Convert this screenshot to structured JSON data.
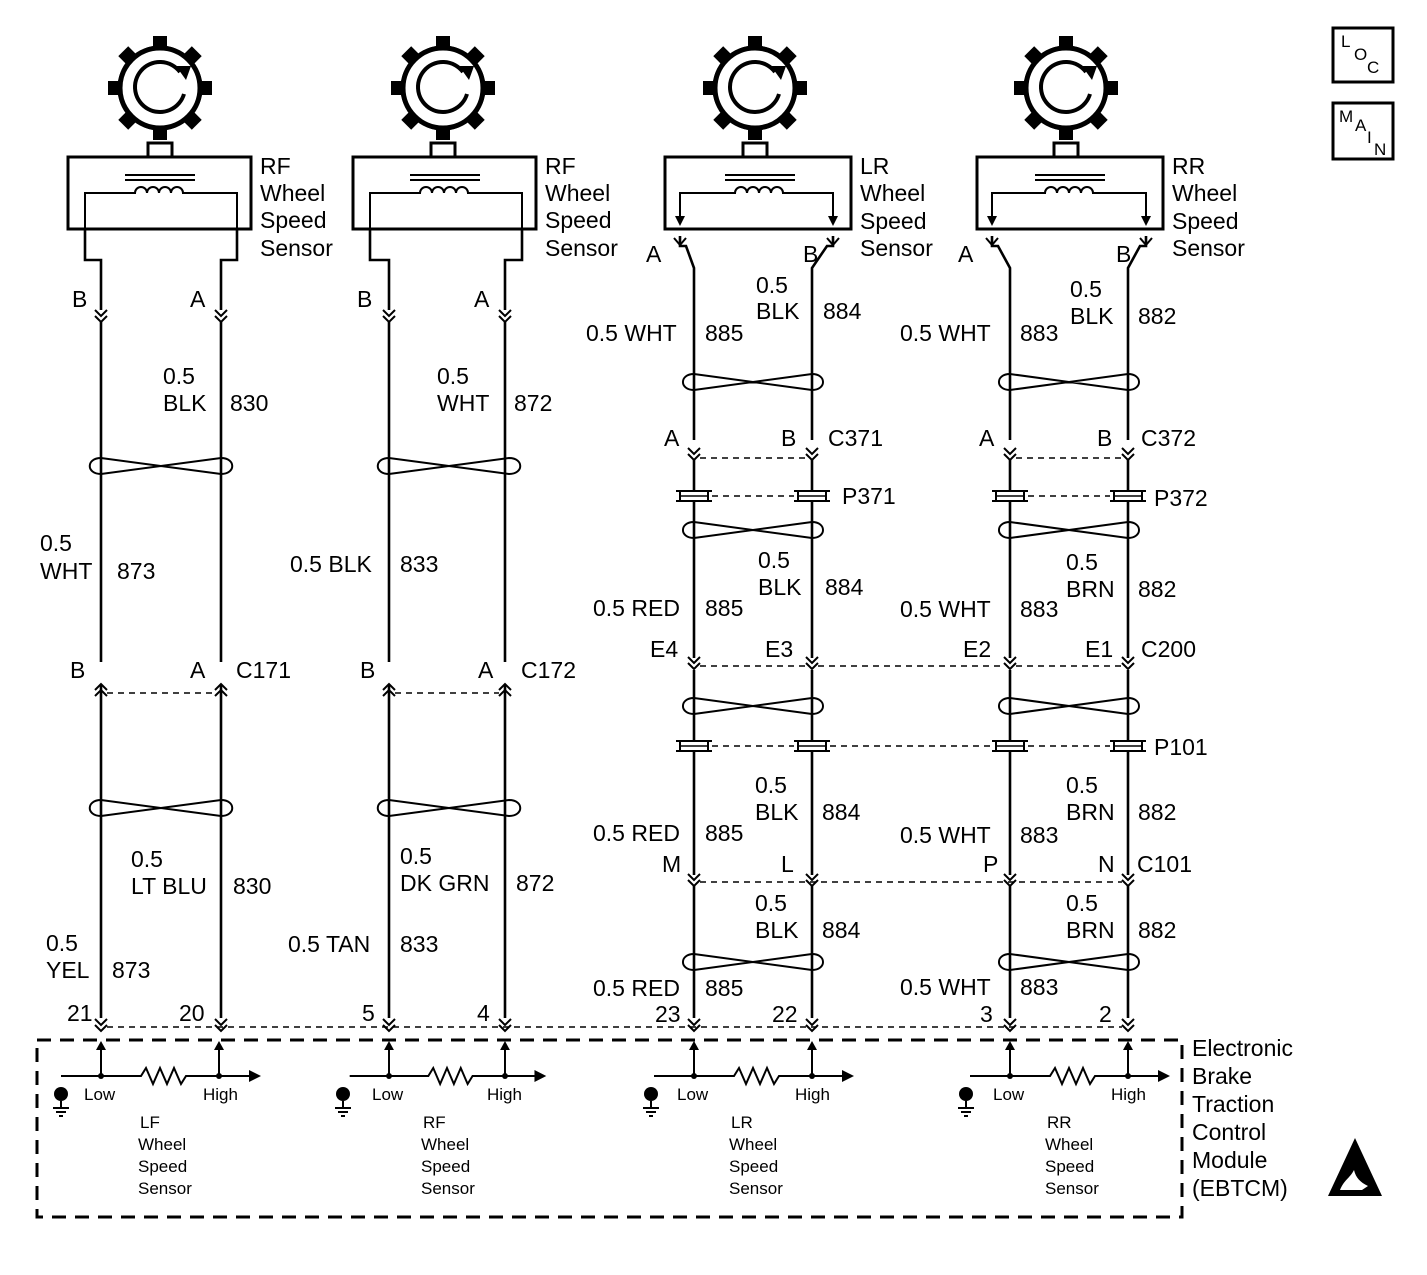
{
  "nav": {
    "loc": {
      "c1": "L",
      "c2": "O",
      "c3": "C"
    },
    "main": {
      "c1": "M",
      "c2": "A",
      "c3": "I",
      "c4": "N"
    }
  },
  "sensors": [
    {
      "name1": "RF",
      "name2": "Wheel",
      "name3": "Speed",
      "name4": "Sensor",
      "pinL": "B",
      "pinR": "A"
    },
    {
      "name1": "RF",
      "name2": "Wheel",
      "name3": "Speed",
      "name4": "Sensor",
      "pinL": "B",
      "pinR": "A"
    },
    {
      "name1": "LR",
      "name2": "Wheel",
      "name3": "Speed",
      "name4": "Sensor",
      "pinL": "A",
      "pinR": "B"
    },
    {
      "name1": "RR",
      "name2": "Wheel",
      "name3": "Speed",
      "name4": "Sensor",
      "pinL": "A",
      "pinR": "B"
    }
  ],
  "circuit1": {
    "w1": {
      "size": "0.5",
      "color": "BLK",
      "num": "830"
    },
    "w2": {
      "size": "0.5",
      "color": "WHT",
      "num": "873"
    },
    "conn": {
      "pinL": "B",
      "pinR": "A",
      "name": "C171"
    },
    "w3": {
      "size": "0.5",
      "color": "LT BLU",
      "num": "830"
    },
    "w4": {
      "size": "0.5",
      "color": "YEL",
      "num": "873"
    },
    "termL": "21",
    "termR": "20"
  },
  "circuit2": {
    "w1": {
      "size": "0.5",
      "color": "WHT",
      "num": "872"
    },
    "w2": {
      "label": "0.5 BLK",
      "num": "833"
    },
    "conn": {
      "pinL": "B",
      "pinR": "A",
      "name": "C172"
    },
    "w3": {
      "size": "0.5",
      "color": "DK GRN",
      "num": "872"
    },
    "w4": {
      "label": "0.5 TAN",
      "num": "833"
    },
    "termL": "5",
    "termR": "4"
  },
  "circuit3": {
    "w1": {
      "label": "0.5 WHT",
      "num": "885"
    },
    "w2": {
      "size": "0.5",
      "color": "BLK",
      "num": "884"
    },
    "conn": {
      "pinL": "A",
      "pinR": "B",
      "name": "C371"
    },
    "splice": "P371",
    "w3": {
      "label": "0.5 RED",
      "num": "885"
    },
    "w4": {
      "size": "0.5",
      "color": "BLK",
      "num": "884"
    },
    "c200": {
      "pinL": "E4",
      "pinR": "E3"
    },
    "w5": {
      "label": "0.5 RED",
      "num": "885"
    },
    "w6": {
      "size": "0.5",
      "color": "BLK",
      "num": "884"
    },
    "c101": {
      "pinL": "M",
      "pinR": "L"
    },
    "w7": {
      "label": "0.5 RED",
      "num": "885"
    },
    "w8": {
      "size": "0.5",
      "color": "BLK",
      "num": "884"
    },
    "termL": "23",
    "termR": "22"
  },
  "circuit4": {
    "w1": {
      "label": "0.5 WHT",
      "num": "883"
    },
    "w2": {
      "size": "0.5",
      "color": "BLK",
      "num": "882"
    },
    "conn": {
      "pinL": "A",
      "pinR": "B",
      "name": "C372"
    },
    "splice": "P372",
    "w3": {
      "label": "0.5 WHT",
      "num": "883"
    },
    "w4": {
      "size": "0.5",
      "color": "BRN",
      "num": "882"
    },
    "c200": {
      "pinL": "E2",
      "pinR": "E1",
      "name": "C200"
    },
    "p101": "P101",
    "w5": {
      "label": "0.5 WHT",
      "num": "883"
    },
    "w6": {
      "size": "0.5",
      "color": "BRN",
      "num": "882"
    },
    "c101": {
      "pinL": "P",
      "pinR": "N",
      "name": "C101"
    },
    "w7": {
      "label": "0.5 WHT",
      "num": "883"
    },
    "w8": {
      "size": "0.5",
      "color": "BRN",
      "num": "882"
    },
    "termL": "3",
    "termR": "2"
  },
  "module": {
    "l1": "Electronic",
    "l2": "Brake",
    "l3": "Traction",
    "l4": "Control",
    "l5": "Module",
    "l6": "(EBTCM)",
    "inputs": [
      {
        "low": "Low",
        "high": "High",
        "n1": "LF",
        "n2": "Wheel",
        "n3": "Speed",
        "n4": "Sensor"
      },
      {
        "low": "Low",
        "high": "High",
        "n1": "RF",
        "n2": "Wheel",
        "n3": "Speed",
        "n4": "Sensor"
      },
      {
        "low": "Low",
        "high": "High",
        "n1": "LR",
        "n2": "Wheel",
        "n3": "Speed",
        "n4": "Sensor"
      },
      {
        "low": "Low",
        "high": "High",
        "n1": "RR",
        "n2": "Wheel",
        "n3": "Speed",
        "n4": "Sensor"
      }
    ]
  }
}
